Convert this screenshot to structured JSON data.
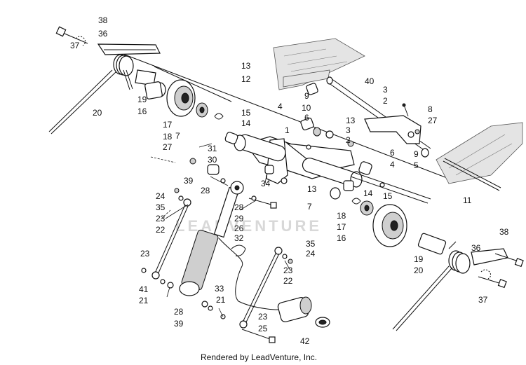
{
  "watermark": "LEADVENTURE",
  "credit": "Rendered by LeadVenture, Inc.",
  "callouts": [
    {
      "n": "38"
    },
    {
      "n": "36"
    },
    {
      "n": "37"
    },
    {
      "n": "20"
    },
    {
      "n": "19"
    },
    {
      "n": "16"
    },
    {
      "n": "13"
    },
    {
      "n": "12"
    },
    {
      "n": "40"
    },
    {
      "n": "9"
    },
    {
      "n": "10"
    },
    {
      "n": "4"
    },
    {
      "n": "6"
    },
    {
      "n": "3"
    },
    {
      "n": "2"
    },
    {
      "n": "8"
    },
    {
      "n": "27"
    },
    {
      "n": "15"
    },
    {
      "n": "14"
    },
    {
      "n": "1"
    },
    {
      "n": "13"
    },
    {
      "n": "3"
    },
    {
      "n": "2"
    },
    {
      "n": "17"
    },
    {
      "n": "18"
    },
    {
      "n": "7"
    },
    {
      "n": "27"
    },
    {
      "n": "31"
    },
    {
      "n": "30"
    },
    {
      "n": "39"
    },
    {
      "n": "28"
    },
    {
      "n": "34"
    },
    {
      "n": "6"
    },
    {
      "n": "4"
    },
    {
      "n": "9"
    },
    {
      "n": "5"
    },
    {
      "n": "24"
    },
    {
      "n": "35"
    },
    {
      "n": "23"
    },
    {
      "n": "22"
    },
    {
      "n": "28"
    },
    {
      "n": "29"
    },
    {
      "n": "26"
    },
    {
      "n": "32"
    },
    {
      "n": "13"
    },
    {
      "n": "7"
    },
    {
      "n": "14"
    },
    {
      "n": "15"
    },
    {
      "n": "11"
    },
    {
      "n": "18"
    },
    {
      "n": "17"
    },
    {
      "n": "16"
    },
    {
      "n": "38"
    },
    {
      "n": "36"
    },
    {
      "n": "19"
    },
    {
      "n": "20"
    },
    {
      "n": "23"
    },
    {
      "n": "35"
    },
    {
      "n": "24"
    },
    {
      "n": "23"
    },
    {
      "n": "22"
    },
    {
      "n": "41"
    },
    {
      "n": "21"
    },
    {
      "n": "33"
    },
    {
      "n": "21"
    },
    {
      "n": "37"
    },
    {
      "n": "28"
    },
    {
      "n": "39"
    },
    {
      "n": "23"
    },
    {
      "n": "25"
    },
    {
      "n": "42"
    }
  ]
}
